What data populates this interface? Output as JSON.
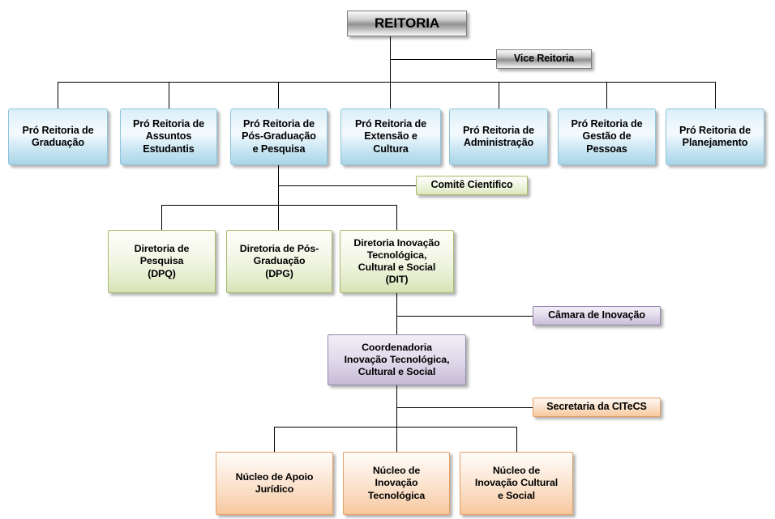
{
  "diagram": {
    "title": "Organograma REITORIA",
    "palette": {
      "gray": "#9d9d9d",
      "blue": "#bfe0ef",
      "green": "#dce7bd",
      "purple": "#cdc2da",
      "orange": "#f8cfa8",
      "line": "#000000",
      "text": "#000000"
    },
    "nodes": {
      "reitoria": "REITORIA",
      "vice_reitoria": "Vice Reitoria",
      "pro_graduacao": "Pró Reitoria de\nGraduação",
      "pro_assuntos": "Pró Reitoria de\nAssuntos\nEstudantis",
      "pro_pos": "Pró Reitoria de\nPós-Graduação\ne Pesquisa",
      "pro_extensao": "Pró Reitoria de\nExtensão e\nCultura",
      "pro_administracao": "Pró Reitoria de\nAdministração",
      "pro_gestao": "Pró Reitoria de\nGestão de\nPessoas",
      "pro_planejamento": "Pró Reitoria de\nPlanejamento",
      "comite_cientifico": "Comitê Cientifico",
      "dir_pesquisa": "Diretoria de\nPesquisa\n(DPQ)",
      "dir_pos": "Diretoria de Pós-\nGraduação\n(DPG)",
      "dir_inovacao": "Diretoria Inovação\nTecnológica,\nCultural e Social\n(DIT)",
      "camara_inovacao": "Câmara de Inovação",
      "coordenadoria": "Coordenadoria\nInovação Tecnológica,\nCultural e Social",
      "secretaria": "Secretaria da CITeCS",
      "nucleo_juridico": "Núcleo de Apoio\nJurídico",
      "nucleo_tecnologica": "Núcleo de\nInovação\nTecnológica",
      "nucleo_cultural": "Núcleo de\nInovação Cultural\ne Social"
    }
  }
}
